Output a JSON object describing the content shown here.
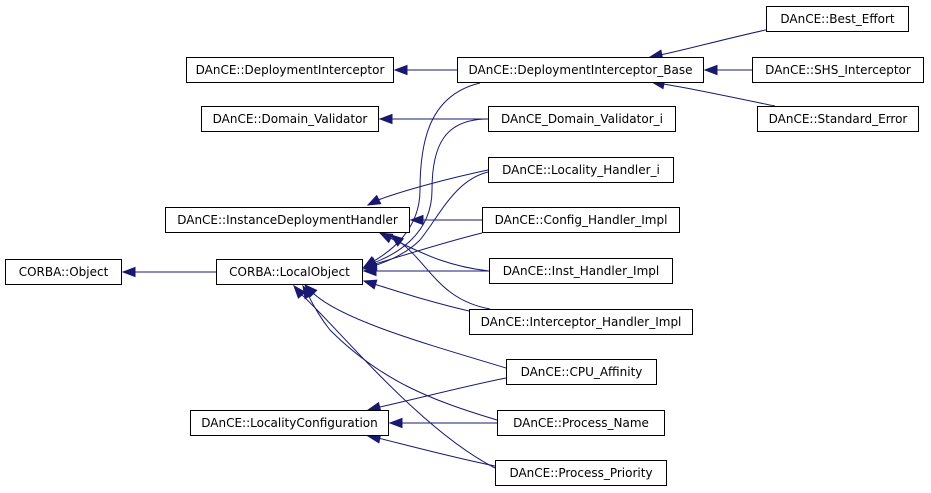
{
  "colors": {
    "edge": "#191970",
    "node_border": "#000000",
    "node_fill": "#ffffff",
    "text": "#000000"
  },
  "nodes": {
    "corba_object": "CORBA::Object",
    "corba_localobject": "CORBA::LocalObject",
    "deployment_interceptor": "DAnCE::DeploymentInterceptor",
    "domain_validator": "DAnCE::Domain_Validator",
    "instance_deployment_handler": "DAnCE::InstanceDeploymentHandler",
    "locality_configuration": "DAnCE::LocalityConfiguration",
    "deployment_interceptor_base": "DAnCE::DeploymentInterceptor_Base",
    "domain_validator_i": "DAnCE_Domain_Validator_i",
    "locality_handler_i": "DAnCE::Locality_Handler_i",
    "config_handler_impl": "DAnCE::Config_Handler_Impl",
    "inst_handler_impl": "DAnCE::Inst_Handler_Impl",
    "interceptor_handler_impl": "DAnCE::Interceptor_Handler_Impl",
    "cpu_affinity": "DAnCE::CPU_Affinity",
    "process_name": "DAnCE::Process_Name",
    "process_priority": "DAnCE::Process_Priority",
    "best_effort": "DAnCE::Best_Effort",
    "shs_interceptor": "DAnCE::SHS_Interceptor",
    "standard_error": "DAnCE::Standard_Error"
  },
  "edges": [
    {
      "from": "corba_localobject",
      "to": "corba_object"
    },
    {
      "from": "deployment_interceptor_base",
      "to": "deployment_interceptor"
    },
    {
      "from": "deployment_interceptor_base",
      "to": "corba_localobject"
    },
    {
      "from": "domain_validator_i",
      "to": "domain_validator"
    },
    {
      "from": "domain_validator_i",
      "to": "corba_localobject"
    },
    {
      "from": "locality_handler_i",
      "to": "instance_deployment_handler"
    },
    {
      "from": "locality_handler_i",
      "to": "corba_localobject"
    },
    {
      "from": "config_handler_impl",
      "to": "instance_deployment_handler"
    },
    {
      "from": "config_handler_impl",
      "to": "corba_localobject"
    },
    {
      "from": "inst_handler_impl",
      "to": "instance_deployment_handler"
    },
    {
      "from": "inst_handler_impl",
      "to": "corba_localobject"
    },
    {
      "from": "interceptor_handler_impl",
      "to": "instance_deployment_handler"
    },
    {
      "from": "interceptor_handler_impl",
      "to": "corba_localobject"
    },
    {
      "from": "cpu_affinity",
      "to": "locality_configuration"
    },
    {
      "from": "cpu_affinity",
      "to": "corba_localobject"
    },
    {
      "from": "process_name",
      "to": "locality_configuration"
    },
    {
      "from": "process_name",
      "to": "corba_localobject"
    },
    {
      "from": "process_priority",
      "to": "locality_configuration"
    },
    {
      "from": "process_priority",
      "to": "corba_localobject"
    },
    {
      "from": "best_effort",
      "to": "deployment_interceptor_base"
    },
    {
      "from": "shs_interceptor",
      "to": "deployment_interceptor_base"
    },
    {
      "from": "standard_error",
      "to": "deployment_interceptor_base"
    }
  ]
}
